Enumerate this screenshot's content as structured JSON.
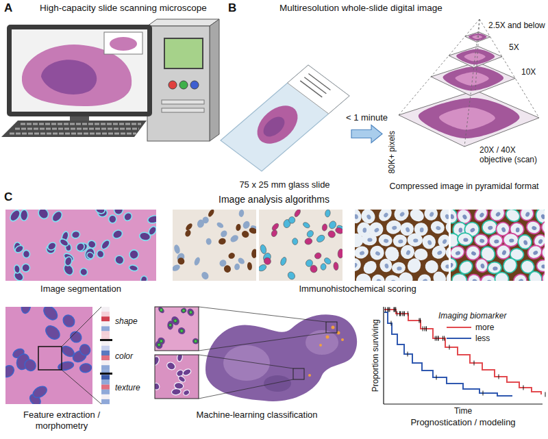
{
  "diagram": {
    "nodes": [
      {
        "text": [
          "75 x 25 mm glass slide"
        ]
      },
      {
        "text": [
          "Compressed image in pyramidal format"
        ]
      }
    ],
    "edges": [
      {
        "from": 0,
        "to": 1,
        "label": "< 1 minute",
        "arrow": "to"
      }
    ],
    "labels": [
      "A",
      "High-capacity slide scanning microscope",
      "B",
      "Multiresolution whole-slide digital image",
      "2.5X and below",
      "5X",
      "10X",
      "80K+ pixels",
      "20X / 40X objective (scan)",
      "C",
      "Image analysis algorithms",
      "Image segmentation",
      "Immunohistochemical scoring",
      "shape",
      "color",
      "texture",
      "Feature extraction / morphometry",
      "Machine-learning classification",
      "Imaging biomarker",
      "Proportion surviving",
      "Time",
      "Prognostication / modeling"
    ],
    "legend": [
      {
        "text": "more"
      },
      {
        "text": "less"
      }
    ]
  }
}
